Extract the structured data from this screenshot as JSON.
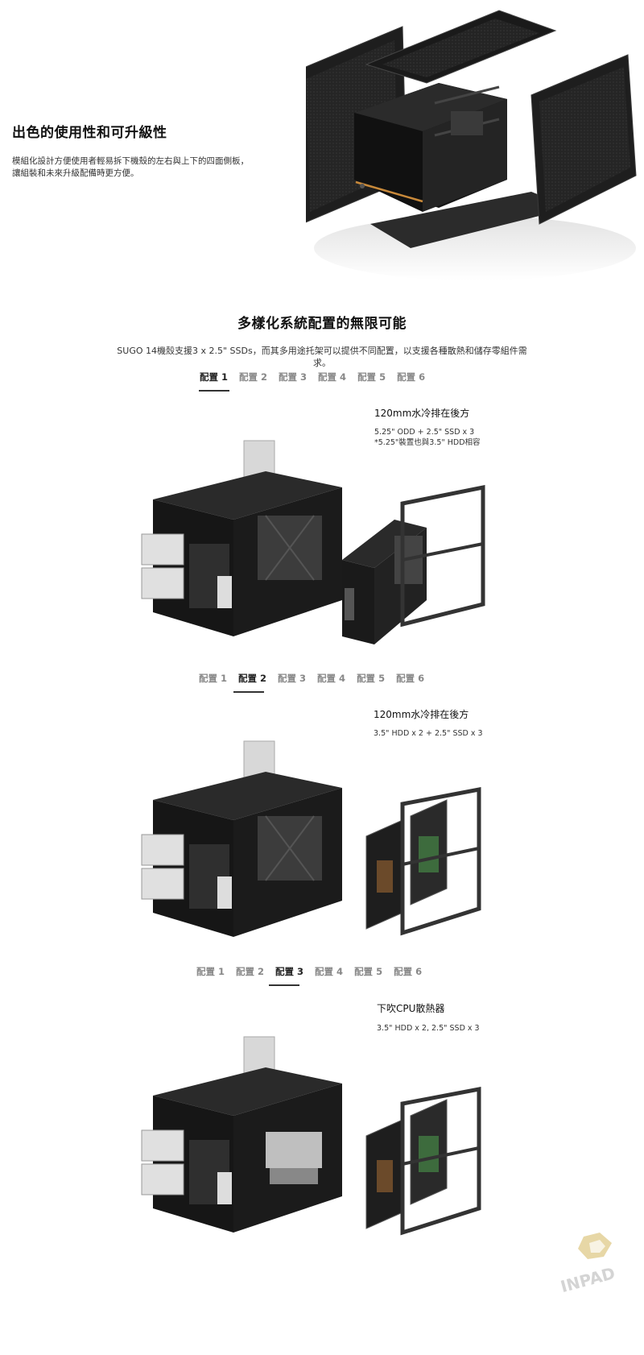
{
  "hero": {
    "title": "出色的使用性和可升級性",
    "description": "模組化設計方便使用者輕易拆下機殼的左右與上下的四面側板，讓組裝和未來升級配備時更方便。"
  },
  "section": {
    "title": "多樣化系統配置的無限可能",
    "description": "SUGO 14機殼支援3 x 2.5\" SSDs，而其多用途托架可以提供不同配置，以支援各種散熱和儲存零組件需求。"
  },
  "tabs": [
    "配置 1",
    "配置 2",
    "配置 3",
    "配置 4",
    "配置 5",
    "配置 6"
  ],
  "configs": [
    {
      "active_tab": 1,
      "title": "120mm水冷排在後方",
      "spec_line1": "5.25\" ODD + 2.5\" SSD x 3",
      "spec_line2": "*5.25\"裝置也與3.5\" HDD相容"
    },
    {
      "active_tab": 2,
      "title": "120mm水冷排在後方",
      "spec_line1": "3.5\" HDD x 2 + 2.5\" SSD x 3"
    },
    {
      "active_tab": 3,
      "title": "下吹CPU散熱器",
      "spec_line1": "3.5\" HDD x 2, 2.5\" SSD x 3"
    }
  ],
  "watermark": {
    "text": "INPAD",
    "color": "#c9a73a"
  },
  "colors": {
    "accent": "#c8893a",
    "case": "#1c1c1c"
  }
}
